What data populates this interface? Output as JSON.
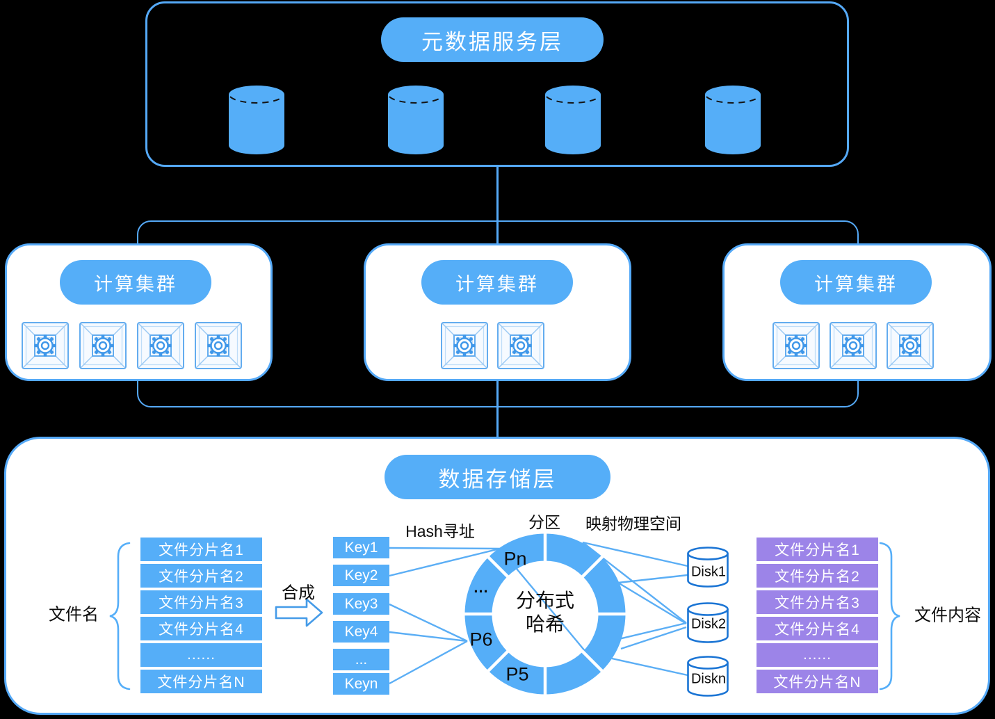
{
  "colors": {
    "accent_blue": "#55AEF8",
    "container_border_blue": "#55A9F7",
    "purple": "#9C84E8",
    "disk_outline_blue": "#1A74D4",
    "background": "#000000",
    "box_fill": "#FFFFFF"
  },
  "metadata_layer": {
    "title": "元数据服务层",
    "database_count": 4
  },
  "compute_layer": {
    "clusters": [
      {
        "label": "计算集群",
        "node_count": 4
      },
      {
        "label": "计算集群",
        "node_count": 2
      },
      {
        "label": "计算集群",
        "node_count": 3
      }
    ]
  },
  "storage_layer": {
    "title": "数据存储层",
    "left_brace_label": "文件名",
    "right_brace_label": "文件内容",
    "arrow_label": "合成",
    "hash_label": "Hash寻址",
    "partition_label": "分区",
    "mapping_label": "映射物理空间",
    "file_chunks": [
      "文件分片名1",
      "文件分片名2",
      "文件分片名3",
      "文件分片名4",
      "......",
      "文件分片名N"
    ],
    "keys": [
      "Key1",
      "Key2",
      "Key3",
      "Key4",
      "...",
      "Keyn"
    ],
    "ring": {
      "center_line1": "分布式",
      "center_line2": "哈希",
      "labels": {
        "pn": "Pn",
        "dots": "...",
        "p6": "P6",
        "p5": "P5"
      }
    },
    "disks": [
      "Disk1",
      "Disk2",
      "Diskn"
    ],
    "content_chunks": [
      "文件分片名1",
      "文件分片名2",
      "文件分片名3",
      "文件分片名4",
      "......",
      "文件分片名N"
    ]
  }
}
